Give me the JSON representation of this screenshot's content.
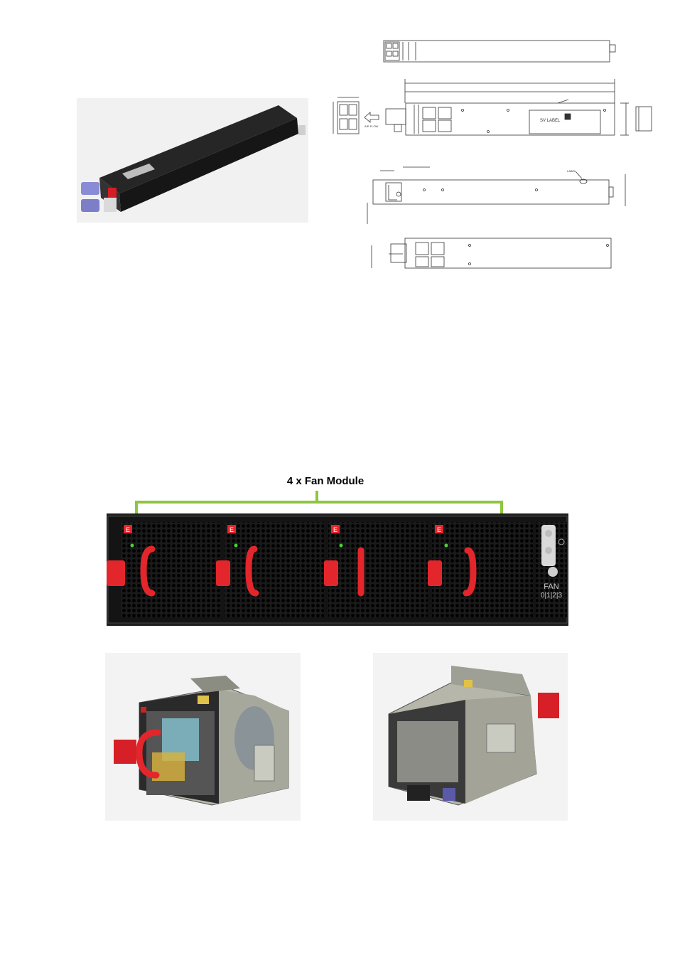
{
  "psu": {
    "drawing": {
      "label_airflow": "AIR FLOW",
      "label_sv": "SV LABEL",
      "label_label": "LABEL"
    }
  },
  "fan": {
    "title": "4 x Fan Module",
    "module_badge": "E",
    "panel_text": "FAN",
    "panel_numbers": "0|1|2|3",
    "accent_color": "#e3262b",
    "bracket_color": "#8dc63f"
  }
}
